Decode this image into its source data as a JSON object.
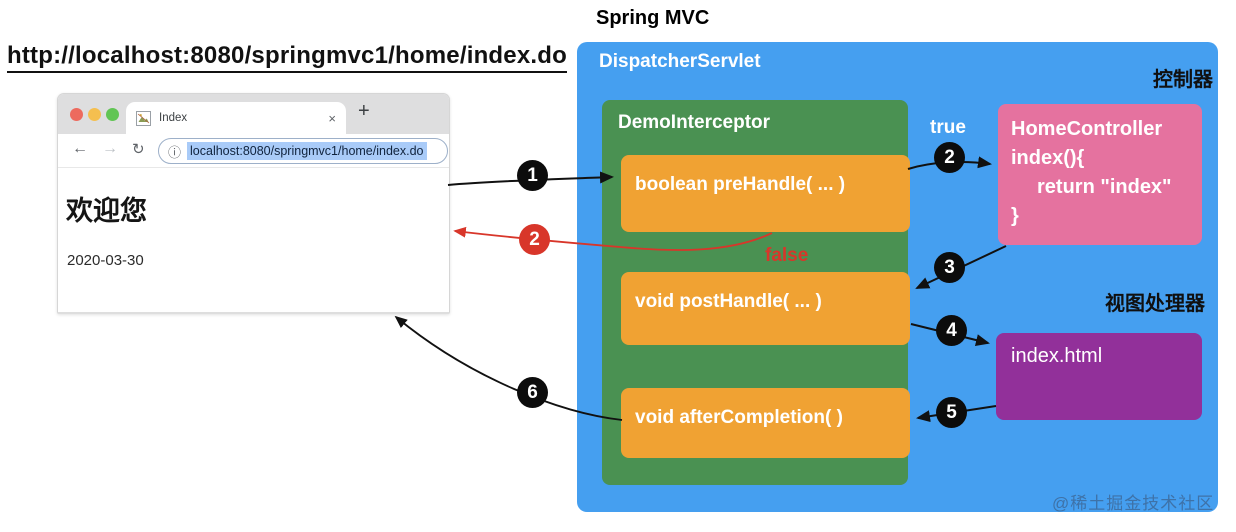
{
  "page": {
    "url_heading": "http://localhost:8080/springmvc1/home/index.do",
    "diagram_title": "Spring MVC",
    "watermark": "@稀土掘金技术社区"
  },
  "browser": {
    "tab_title": "Index",
    "close_label": "×",
    "new_tab_label": "+",
    "back_icon": "←",
    "forward_icon": "→",
    "reload_icon": "↻",
    "info_icon": "ⓘ",
    "address_url": "localhost:8080/springmvc1/home/index.do",
    "page_heading": "欢迎您",
    "page_date": "2020-03-30"
  },
  "servlet": {
    "label": "DispatcherServlet",
    "controller_caption": "控制器",
    "view_caption": "视图处理器",
    "true_label": "true",
    "false_label": "false",
    "interceptor": {
      "label": "DemoInterceptor",
      "methods": [
        "boolean preHandle( ... )",
        "void postHandle( ... )",
        "void afterCompletion( )"
      ]
    },
    "controller": {
      "lines": [
        "HomeController",
        "index(){",
        "return \"index\"",
        "}"
      ]
    },
    "view": {
      "label": "index.html"
    }
  },
  "steps": {
    "request": "1",
    "false_return": "2",
    "to_controller": "2",
    "after_controller": "3",
    "to_view": "4",
    "after_view": "5",
    "response": "6"
  },
  "colors": {
    "dispatcher_blue": "#459ff0",
    "interceptor_green": "#4a9152",
    "method_orange": "#f0a233",
    "controller_pink": "#e5729f",
    "view_purple": "#92309a",
    "alert_red": "#d8362a",
    "step_black": "#0c0c0c"
  }
}
